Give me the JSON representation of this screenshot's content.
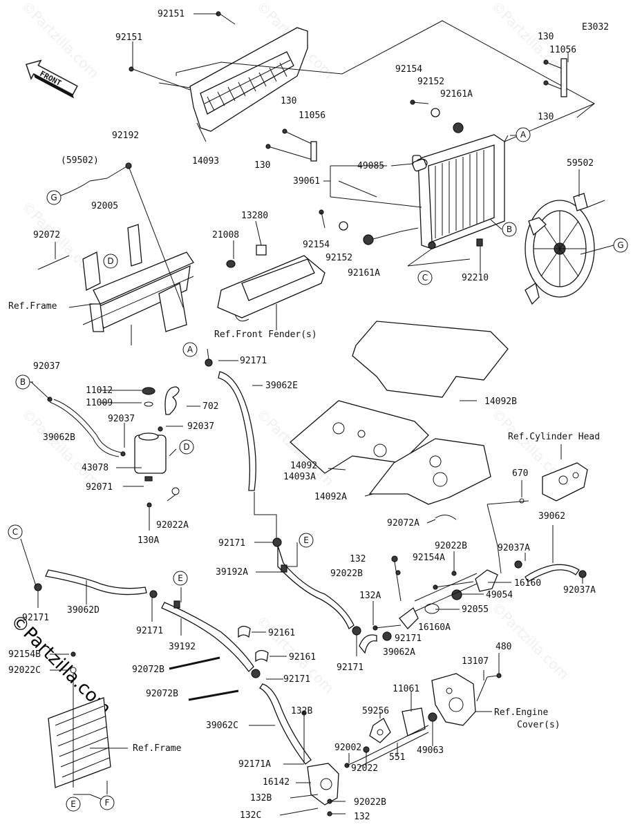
{
  "diagram_code": "E3032",
  "front_arrow": "FRONT",
  "watermark": "©Partzilla.com",
  "callouts": [
    "A",
    "B",
    "C",
    "D",
    "E",
    "F",
    "G"
  ],
  "labels": {
    "p92151a": "92151",
    "p92151b": "92151",
    "p130a": "130",
    "p11056a": "11056",
    "p130b": "130",
    "p92154a": "92154",
    "p92152a": "92152",
    "p92161Aa": "92161A",
    "p130c": "130",
    "p11056b": "11056",
    "p130d": "130",
    "p14093": "14093",
    "p92192": "92192",
    "p59502a": "(59502)",
    "p92005": "92005",
    "p49085": "49085",
    "p39061": "39061",
    "p59502b": "59502",
    "p13280": "13280",
    "p21008": "21008",
    "p92154b": "92154",
    "p92152b": "92152",
    "p92161Ab": "92161A",
    "p92210": "92210",
    "p92072": "92072",
    "refFrame1": "Ref.Frame",
    "refFender": "Ref.Front Fender(s)",
    "p92171a": "92171",
    "p39062E": "39062E",
    "p92037a": "92037",
    "p11012": "11012",
    "p11009": "11009",
    "p702": "702",
    "p92037b": "92037",
    "p92037c": "92037",
    "p39062B": "39062B",
    "p43078": "43078",
    "p92071": "92071",
    "p92022A": "92022A",
    "p130A": "130A",
    "p14092B": "14092B",
    "p14092": "14092",
    "p14093A": "14093A",
    "p14092A": "14092A",
    "refCylHead": "Ref.Cylinder Head",
    "p670": "670",
    "p92072A": "92072A",
    "p39062": "39062",
    "p92037A": "92037A",
    "p92022B": "92022B",
    "p92154A": "92154A",
    "p132a": "132",
    "p92022Bb": "92022B",
    "p16160": "16160",
    "p92037Ab": "92037A",
    "p49054": "49054",
    "p92055": "92055",
    "p132A": "132A",
    "p16160A": "16160A",
    "p92171b": "92171",
    "p39062A": "39062A",
    "p92171c": "92171",
    "p92171d": "92171",
    "p39192A": "39192A",
    "p92171e": "92171",
    "p39062D": "39062D",
    "p92171f": "92171",
    "p39192": "39192",
    "p92161a": "92161",
    "p92161b": "92161",
    "p92171g": "92171",
    "p92072Ba": "92072B",
    "p92072Bb": "92072B",
    "p39062C": "39062C",
    "p92154B": "92154B",
    "p92022C": "92022C",
    "refFrame2": "Ref.Frame",
    "p132B": "132B",
    "p92171A": "92171A",
    "p16142": "16142",
    "p132Bb": "132B",
    "p132C": "132C",
    "p132b": "132",
    "p92022Bc": "92022B",
    "p92002": "92002",
    "p92022": "92022",
    "p59256": "59256",
    "p11061": "11061",
    "p551": "551",
    "p49063": "49063",
    "p13107": "13107",
    "p480": "480",
    "refEngine1": "Ref.Engine",
    "refEngine2": "Cover(s)"
  }
}
